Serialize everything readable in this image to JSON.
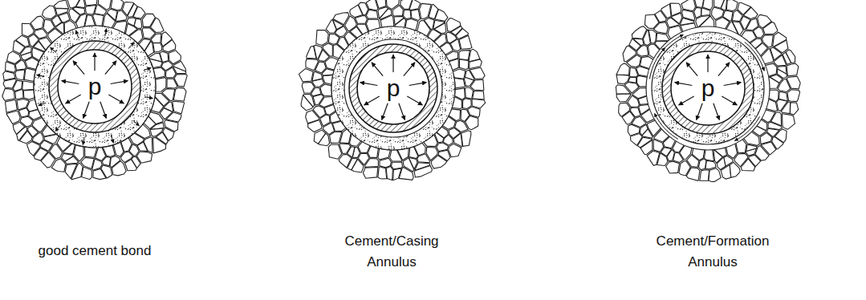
{
  "diagram": {
    "labels": [
      "p",
      "p",
      "p",
      "good cement bond",
      "Cement/Casing Annulus",
      "Cement/Formation Annulus"
    ]
  }
}
